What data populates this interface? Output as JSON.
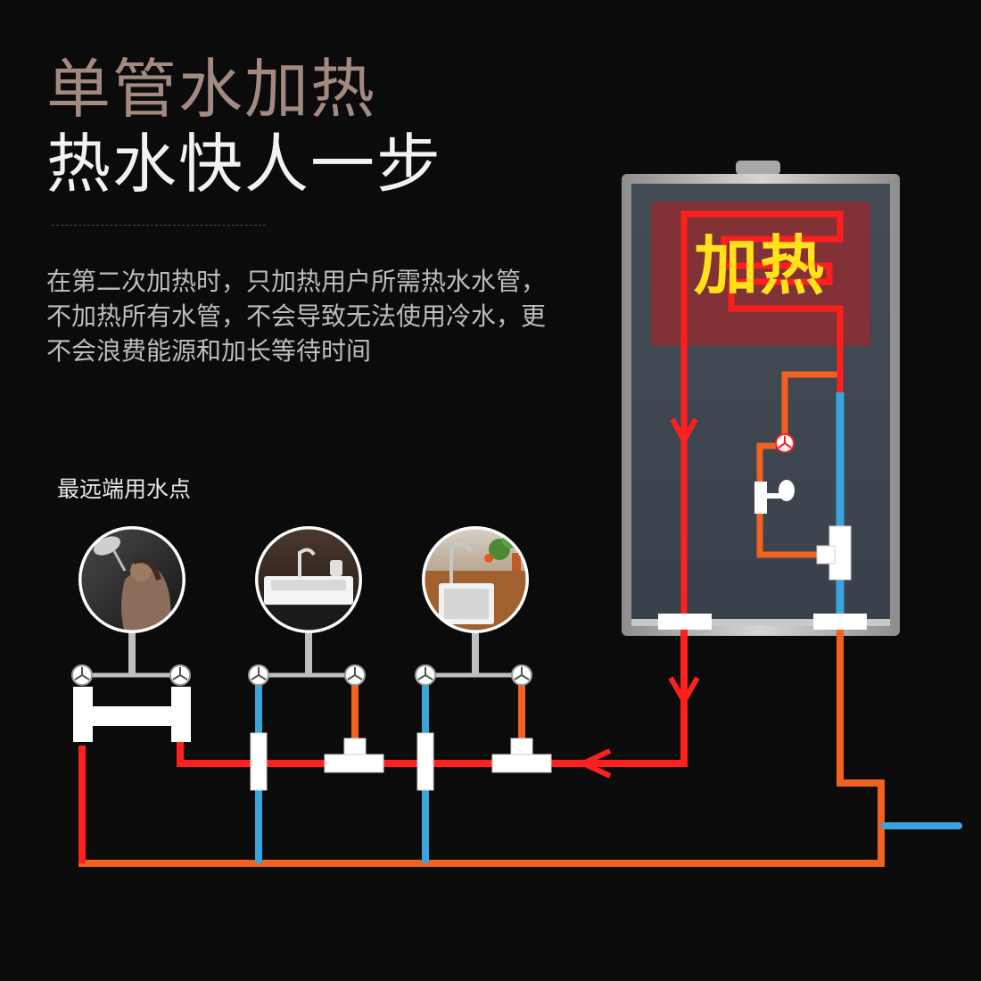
{
  "heading": {
    "line1": "单管水加热",
    "line2": "热水快人一步"
  },
  "description": "在第二次加热时，只加热用户所需热水水管，不加热所有水管，不会导致无法使用冷水，更不会浪费能源和加长等待时间",
  "far_point_label": "最远端用水点",
  "heater": {
    "heating_label": "加热"
  },
  "fixtures": [
    {
      "icon": "shower-icon"
    },
    {
      "icon": "bathroom-sink-icon"
    },
    {
      "icon": "kitchen-sink-icon"
    }
  ],
  "colors": {
    "hot_pipe": "#ff1f1f",
    "warm_pipe": "#f2621e",
    "cold_pipe": "#3ca4dc",
    "heater_panel": "#3f4751",
    "heater_frame": "#b4b4b4",
    "heating_zone": "#8a2f33",
    "heating_text": "#ffe21a"
  }
}
